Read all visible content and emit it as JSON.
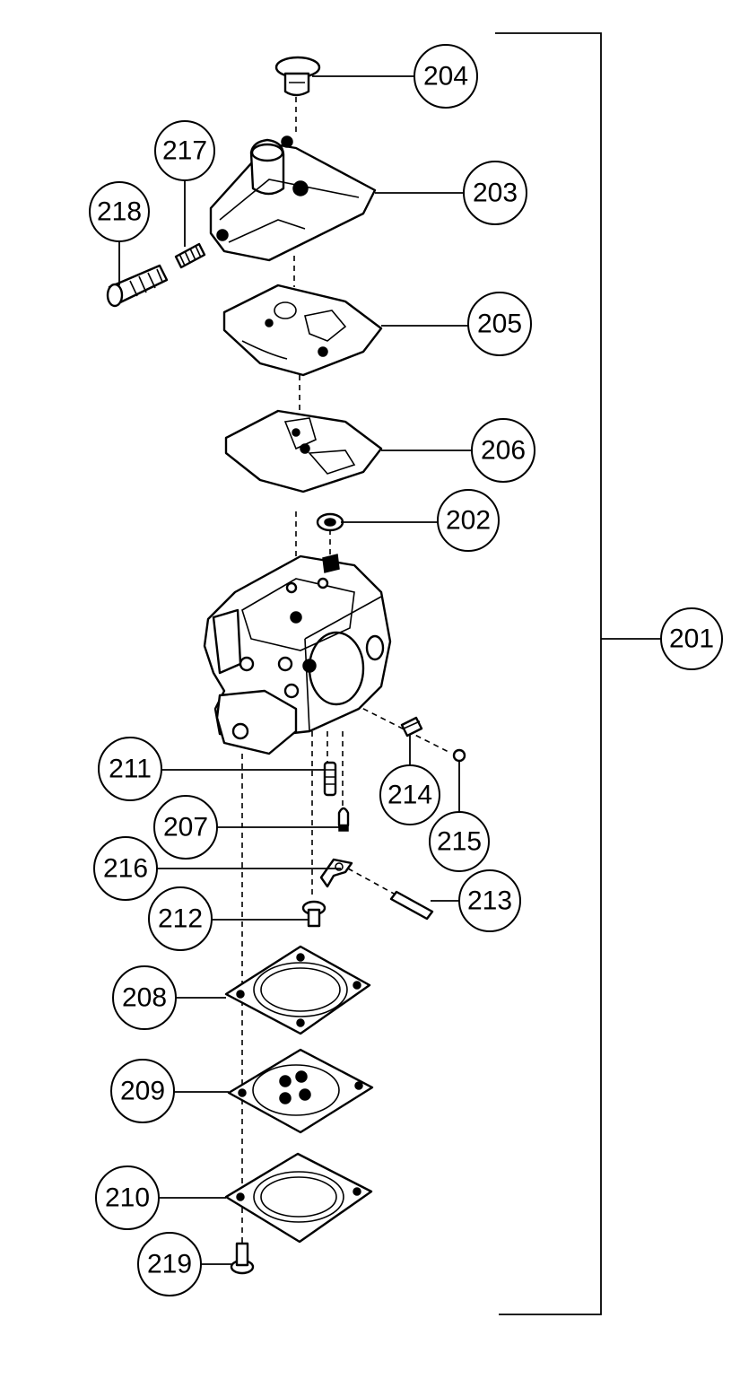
{
  "diagram": {
    "assembly": {
      "label": "201"
    },
    "callouts": [
      {
        "id": "204",
        "label": "204"
      },
      {
        "id": "217",
        "label": "217"
      },
      {
        "id": "218",
        "label": "218"
      },
      {
        "id": "203",
        "label": "203"
      },
      {
        "id": "205",
        "label": "205"
      },
      {
        "id": "206",
        "label": "206"
      },
      {
        "id": "202",
        "label": "202"
      },
      {
        "id": "201",
        "label": "201"
      },
      {
        "id": "211",
        "label": "211"
      },
      {
        "id": "214",
        "label": "214"
      },
      {
        "id": "207",
        "label": "207"
      },
      {
        "id": "215",
        "label": "215"
      },
      {
        "id": "216",
        "label": "216"
      },
      {
        "id": "213",
        "label": "213"
      },
      {
        "id": "212",
        "label": "212"
      },
      {
        "id": "208",
        "label": "208"
      },
      {
        "id": "209",
        "label": "209"
      },
      {
        "id": "210",
        "label": "210"
      },
      {
        "id": "219",
        "label": "219"
      }
    ]
  }
}
